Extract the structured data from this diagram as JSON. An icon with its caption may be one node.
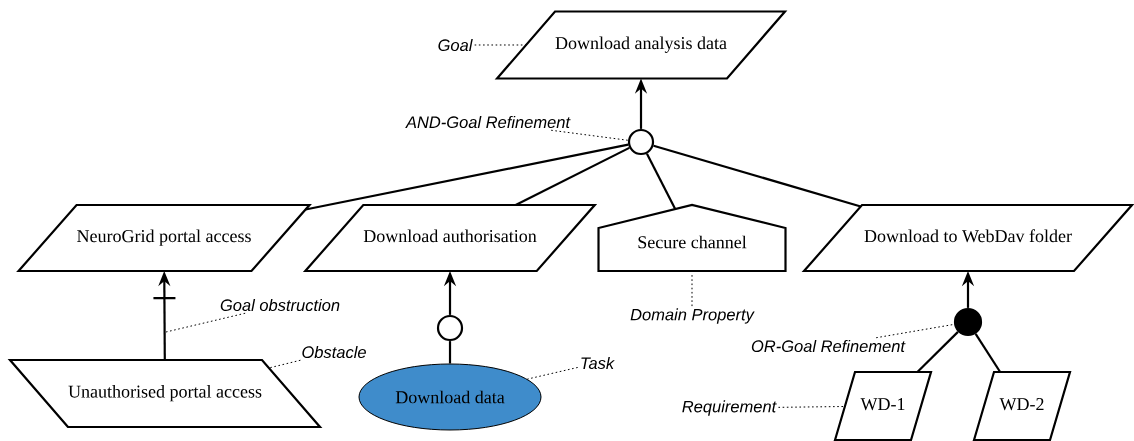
{
  "diagram": {
    "nodes": [
      {
        "text": [
          "Download analysis data"
        ]
      },
      {
        "text": [],
        "shape": "circle"
      },
      {
        "text": [
          "NeuroGrid portal access"
        ]
      },
      {
        "text": [
          "Download authorisation"
        ]
      },
      {
        "text": [
          "Secure channel"
        ]
      },
      {
        "text": [
          "Download to WebDav folder"
        ]
      },
      {
        "text": [
          "Unauthorised portal access"
        ]
      },
      {
        "text": [],
        "shape": "circle"
      },
      {
        "text": [
          "Download data"
        ]
      },
      {
        "text": [],
        "shape": "circle"
      },
      {
        "text": [
          "WD-1"
        ]
      },
      {
        "text": [
          "WD-2"
        ]
      },
      {
        "text": [
          "Goal"
        ]
      },
      {
        "text": [
          "AND-Goal Refinement"
        ]
      },
      {
        "text": [
          "Goal obstruction"
        ]
      },
      {
        "text": [
          "Obstacle"
        ]
      },
      {
        "text": [
          "Task"
        ]
      },
      {
        "text": [
          "Domain Property"
        ]
      },
      {
        "text": [
          "OR-Goal Refinement"
        ]
      },
      {
        "text": [
          "Requirement"
        ]
      }
    ],
    "edges": [
      {
        "from": 1,
        "to": 0,
        "arrow": "to"
      },
      {
        "from": 2,
        "to": 1,
        "arrow": "none"
      },
      {
        "from": 3,
        "to": 1,
        "arrow": "none"
      },
      {
        "from": 4,
        "to": 1,
        "arrow": "none"
      },
      {
        "from": 5,
        "to": 1,
        "arrow": "none"
      },
      {
        "from": 6,
        "to": 2,
        "arrow": "to"
      },
      {
        "from": 8,
        "to": 7,
        "arrow": "none"
      },
      {
        "from": 7,
        "to": 3,
        "arrow": "to"
      },
      {
        "from": 9,
        "to": 5,
        "arrow": "to"
      },
      {
        "from": 10,
        "to": 9,
        "arrow": "none"
      },
      {
        "from": 11,
        "to": 9,
        "arrow": "none"
      },
      {
        "from": 12,
        "to": 0,
        "arrow": "none",
        "style": "dashed"
      },
      {
        "from": 13,
        "to": 1,
        "arrow": "none",
        "style": "dashed"
      },
      {
        "from": 14,
        "to": null,
        "arrow": "none",
        "style": "dashed"
      },
      {
        "from": 15,
        "to": 6,
        "arrow": "none",
        "style": "dashed"
      },
      {
        "from": 16,
        "to": 8,
        "arrow": "none",
        "style": "dashed"
      },
      {
        "from": 17,
        "to": 4,
        "arrow": "none",
        "style": "dashed"
      },
      {
        "from": 18,
        "to": 9,
        "arrow": "none",
        "style": "dashed"
      },
      {
        "from": 19,
        "to": 10,
        "arrow": "none",
        "style": "dashed"
      }
    ]
  }
}
